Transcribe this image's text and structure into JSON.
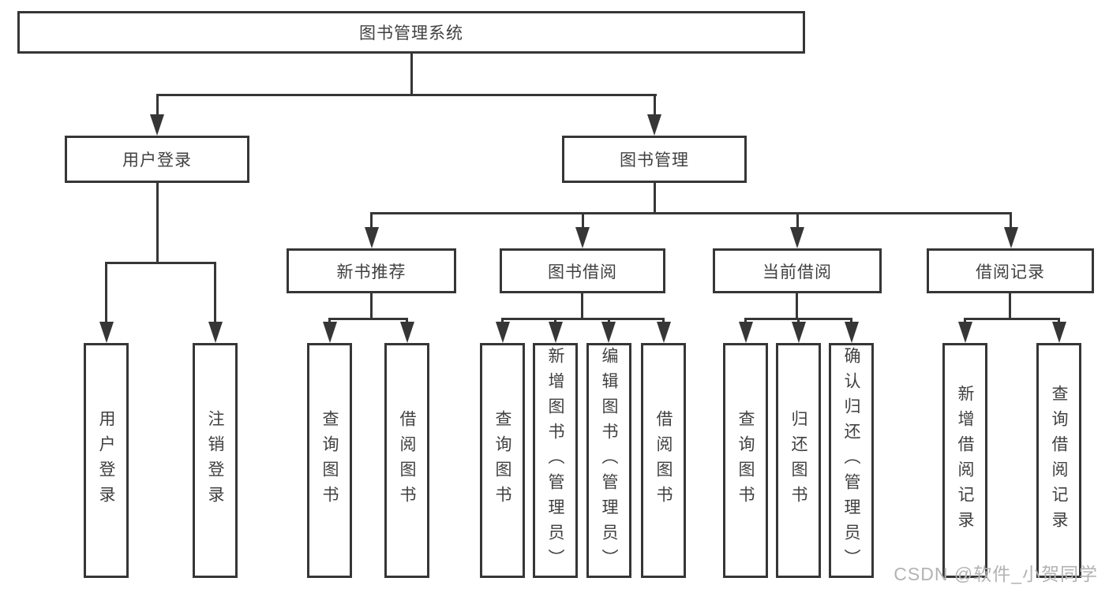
{
  "diagram": {
    "root": {
      "label": "图书管理系统"
    },
    "level2": [
      {
        "label": "用户登录"
      },
      {
        "label": "图书管理"
      }
    ],
    "level3": [
      {
        "label": "新书推荐"
      },
      {
        "label": "图书借阅"
      },
      {
        "label": "当前借阅"
      },
      {
        "label": "借阅记录"
      }
    ],
    "leaves": [
      {
        "label": "用户登录"
      },
      {
        "label": "注销登录"
      },
      {
        "label": "查询图书"
      },
      {
        "label": "借阅图书"
      },
      {
        "label": "查询图书"
      },
      {
        "label": "新增图书（管理员）"
      },
      {
        "label": "编辑图书（管理员）"
      },
      {
        "label": "借阅图书"
      },
      {
        "label": "查询图书"
      },
      {
        "label": "归还图书"
      },
      {
        "label": "确认归还（管理员）"
      },
      {
        "label": "新增借阅记录"
      },
      {
        "label": "查询借阅记录"
      }
    ]
  },
  "watermark": {
    "text": "CSDN @软件_小贺同学"
  },
  "colors": {
    "line": "#363636",
    "text": "#404040",
    "watermark": "#b3b3b3",
    "background": "#ffffff"
  }
}
